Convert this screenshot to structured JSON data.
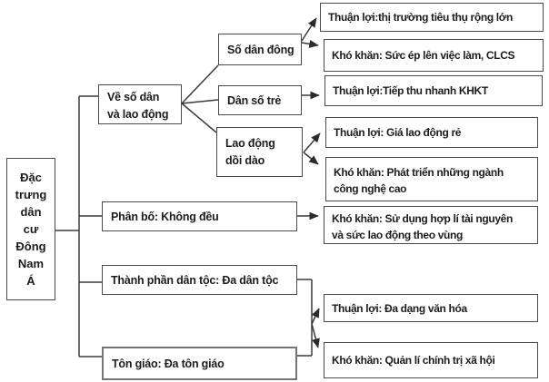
{
  "diagram": {
    "title": "Đặc trưng dân cư Đông Nam Á",
    "nodes": {
      "root": {
        "lines": [
          "Đặc",
          "trưng",
          "dân",
          "cư",
          "Đông",
          "Nam",
          "Á"
        ]
      },
      "so_dan_lao_dong": {
        "lines": [
          "Về số dân",
          "và lao động"
        ]
      },
      "so_dan_dong": {
        "text": "Số dân đông"
      },
      "dan_so_tre": {
        "text": "Dân số trẻ"
      },
      "lao_dong_doi_dao": {
        "lines": [
          "Lao động",
          "dồi dào"
        ]
      },
      "phan_bo": {
        "text": "Phân bố: Không đều"
      },
      "thanh_phan_dan_toc": {
        "text": "Thành phần dân tộc: Đa dân tộc"
      },
      "ton_giao": {
        "text": "Tôn giáo: Đa tôn giáo"
      },
      "tl_thi_truong": {
        "text": "Thuận lợi:thị trường tiêu thụ rộng lớn"
      },
      "kk_suc_ep": {
        "text": "Khó khăn: Sức ép lên việc làm, CLCS"
      },
      "tl_tiep_thu": {
        "text": "Thuận lợi:Tiếp thu nhanh KHKT"
      },
      "tl_gia_lao_dong": {
        "text": "Thuận lợi: Giá lao động rẻ"
      },
      "kk_phat_trien": {
        "lines": [
          "Khó khăn: Phát triển những ngành",
          "công nghệ cao"
        ]
      },
      "kk_su_dung": {
        "lines": [
          "Khó khăn: Sử dụng hợp lí tài nguyên",
          "và sức lao động theo vùng"
        ]
      },
      "tl_da_dang": {
        "text": "Thuận lợi: Đa dạng văn hóa"
      },
      "kk_quan_li": {
        "text": "Khó khăn: Quản lí chính trị xã hội"
      }
    },
    "colors": {
      "box_border": "#4a4a4a",
      "connector": "#3a3a3a",
      "text": "#1c1c1c",
      "background": "#ffffff"
    }
  }
}
